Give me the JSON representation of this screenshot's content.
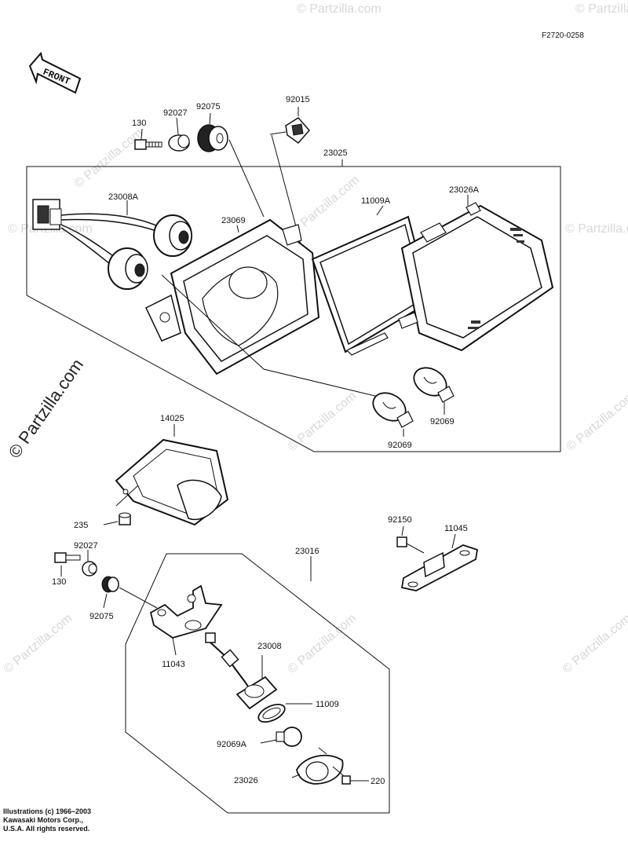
{
  "figure_id": "F2720-0258",
  "front_label": "FRONT",
  "watermark_text": "© Partzilla.com",
  "copyright": {
    "line1": "Illustrations (c) 1966–2003",
    "line2": "Kawasaki Motors Corp.,",
    "line3": "U.S.A.  All rights reserved."
  },
  "part_labels": {
    "p130_top": "130",
    "p92027_top": "92027",
    "p92075_top": "92075",
    "p92015": "92015",
    "p23025": "23025",
    "p23008A": "23008A",
    "p23069": "23069",
    "p11009A": "11009A",
    "p23026A": "23026A",
    "p92069_a": "92069",
    "p92069_b": "92069",
    "p14025": "14025",
    "p235": "235",
    "p92150": "92150",
    "p11045": "11045",
    "p92027_bot": "92027",
    "p130_bot": "130",
    "p23016": "23016",
    "p92075_bot": "92075",
    "p11043": "11043",
    "p23008": "23008",
    "p11009": "11009",
    "p92069A": "92069A",
    "p23026": "23026",
    "p220": "220"
  },
  "colors": {
    "ink": "#111111",
    "watermark": "#d8d8d8",
    "paper": "#ffffff"
  }
}
